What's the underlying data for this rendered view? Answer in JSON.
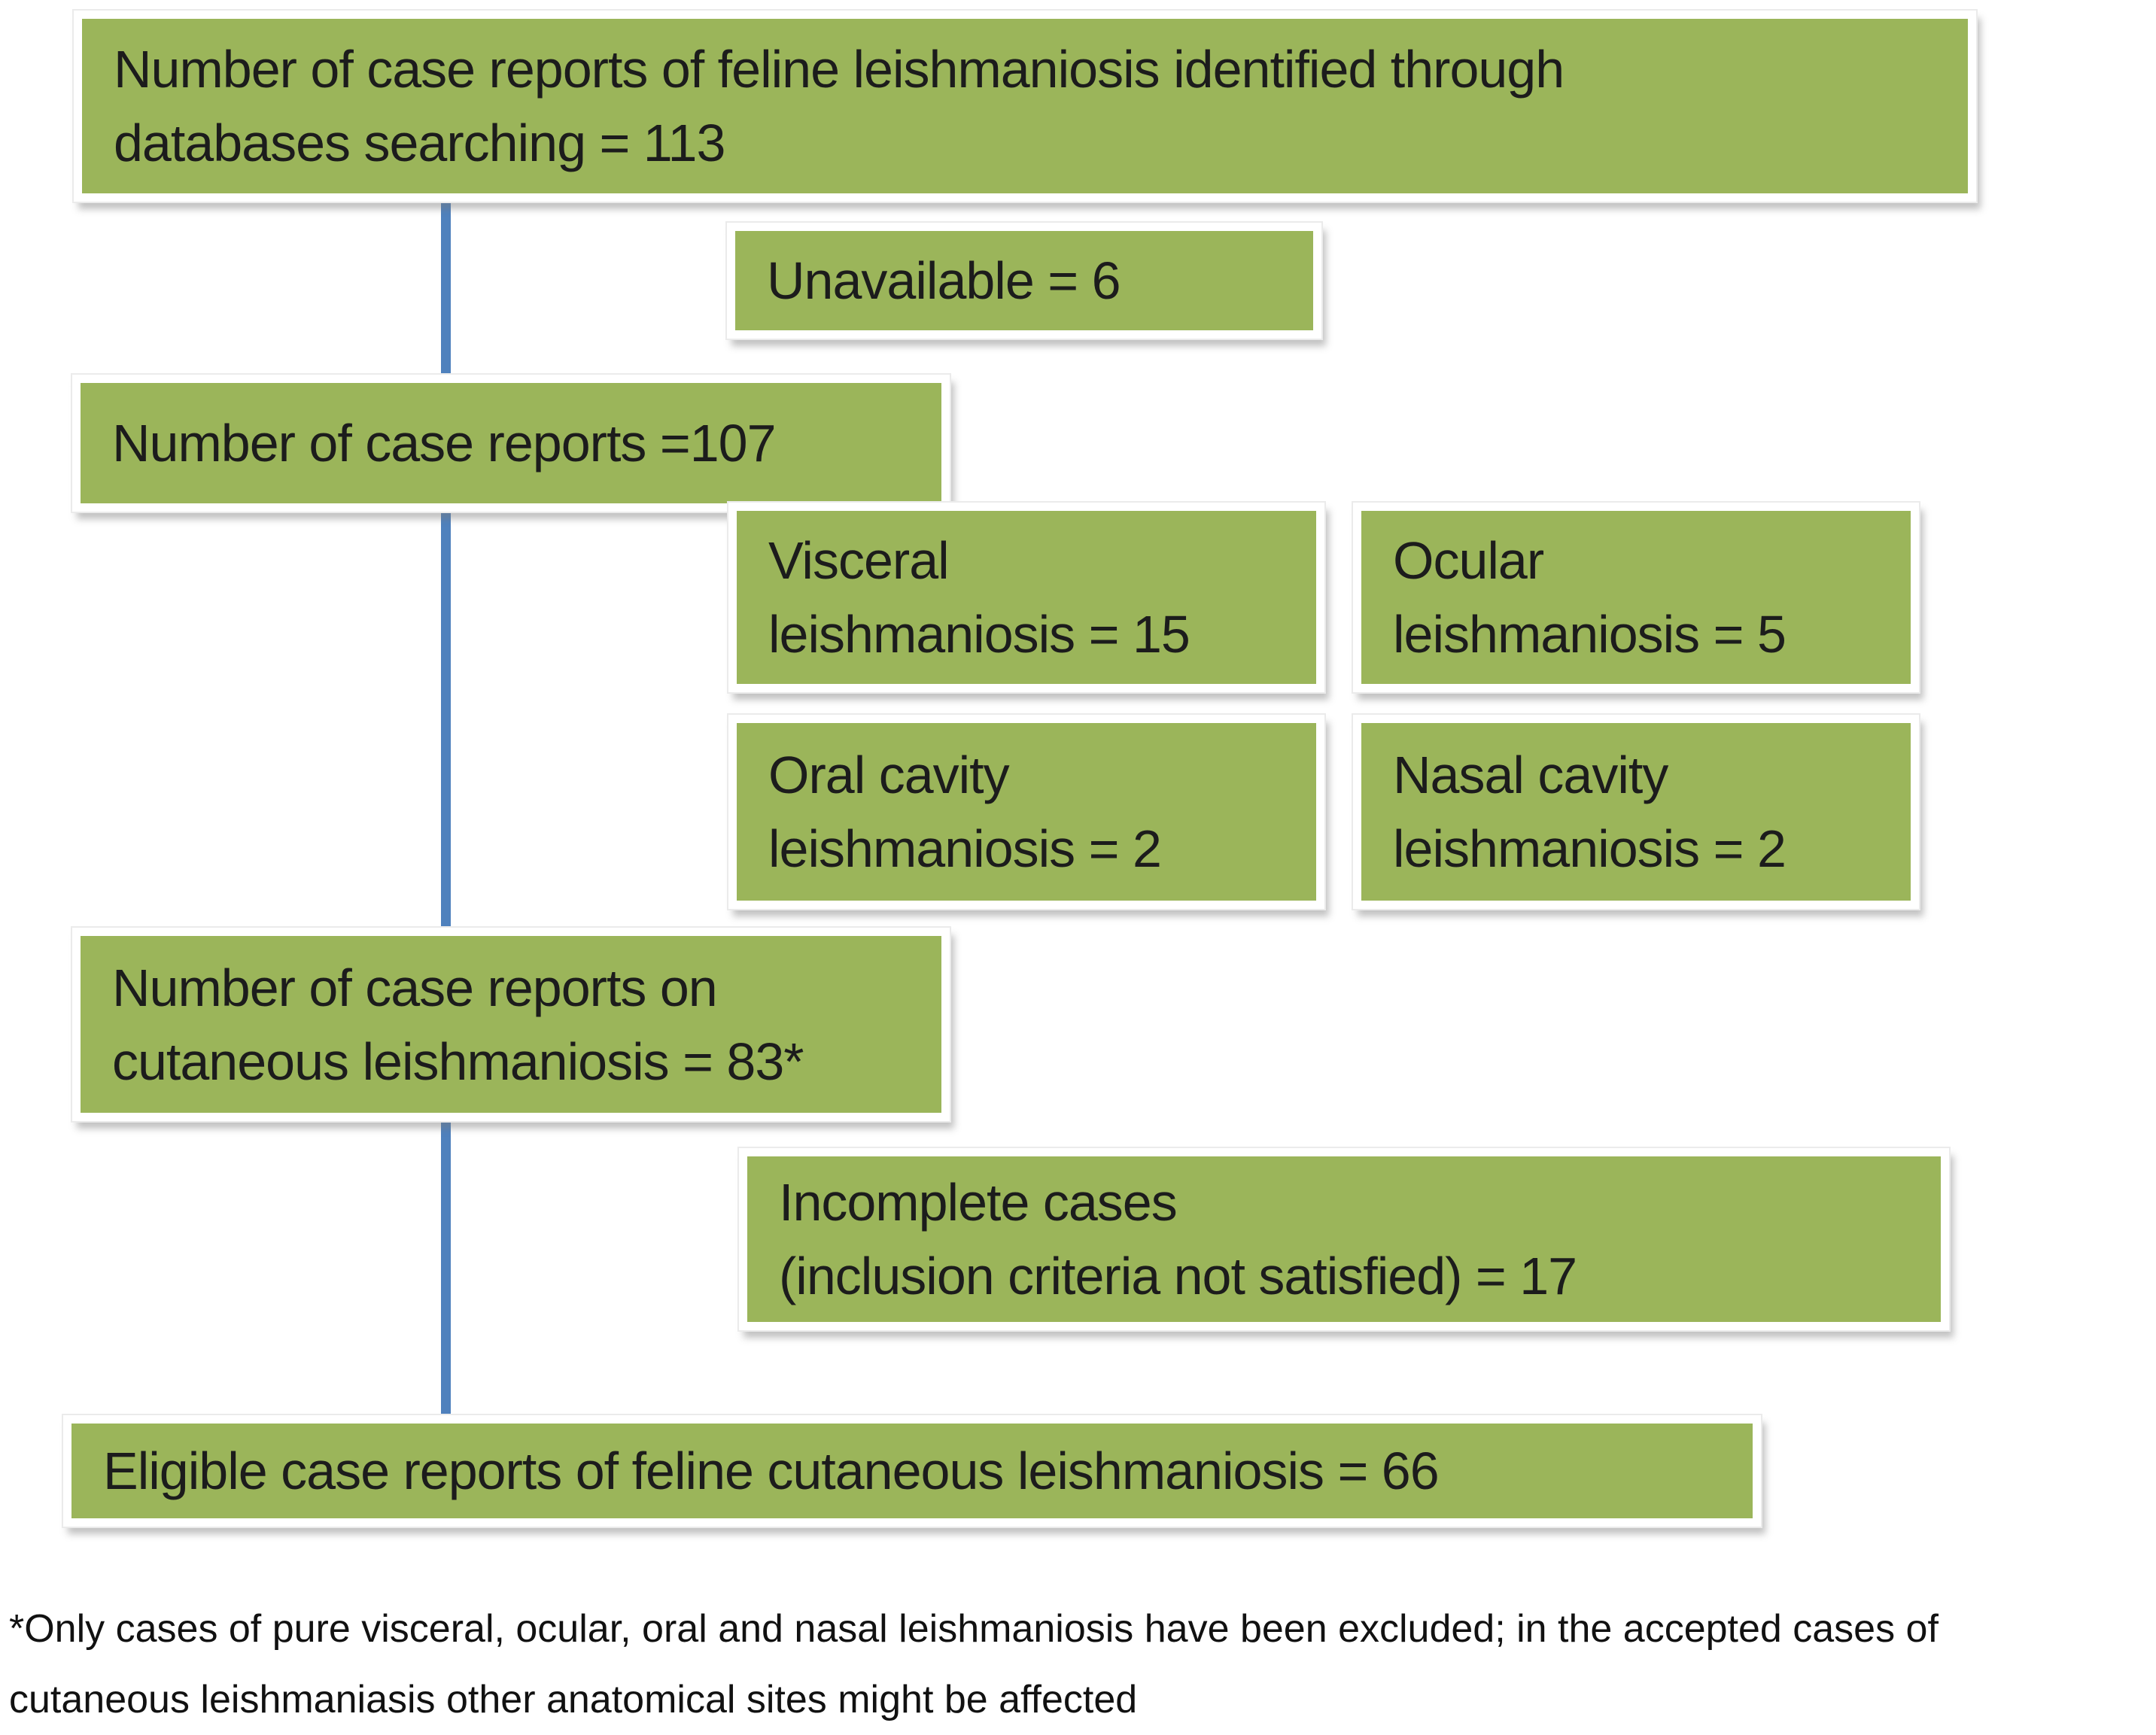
{
  "diagram": {
    "description": "Flow diagram of feline leishmaniosis case report selection",
    "colors": {
      "box_fill": "#9bb55a",
      "box_frame": "#ffffff",
      "connector_line": "#4f81bd",
      "text": "#1c1c1c",
      "background": "#ffffff"
    },
    "boxes": [
      {
        "id": "identified",
        "line1": "Number of case reports of feline leishmaniosis identified through",
        "line2": "databases searching = 113"
      },
      {
        "id": "unavailable",
        "line1": "Unavailable = 6"
      },
      {
        "id": "reports-107",
        "line1": "Number of case reports =107"
      },
      {
        "id": "visceral",
        "line1": "Visceral",
        "line2": "leishmaniosis = 15"
      },
      {
        "id": "ocular",
        "line1": "Ocular",
        "line2": "leishmaniosis = 5"
      },
      {
        "id": "oral",
        "line1": "Oral cavity",
        "line2": "leishmaniosis = 2"
      },
      {
        "id": "nasal",
        "line1": "Nasal cavity",
        "line2": "leishmaniosis = 2"
      },
      {
        "id": "cutaneous",
        "line1": "Number of case reports on",
        "line2": "cutaneous leishmaniosis = 83*"
      },
      {
        "id": "incomplete",
        "line1": "Incomplete cases",
        "line2": "(inclusion criteria not satisfied) = 17"
      },
      {
        "id": "eligible",
        "line1": "Eligible case reports of feline cutaneous leishmaniosis = 66"
      }
    ],
    "counts": {
      "identified": 113,
      "unavailable": 6,
      "available_reports": 107,
      "visceral": 15,
      "ocular": 5,
      "oral_cavity": 2,
      "nasal_cavity": 2,
      "cutaneous": 83,
      "incomplete": 17,
      "eligible": 66
    },
    "footnote": {
      "line1": "*Only cases of pure visceral, ocular, oral and nasal leishmaniosis have been excluded; in the accepted cases of",
      "line2": "cutaneous leishmaniasis other anatomical sites might be affected"
    }
  }
}
